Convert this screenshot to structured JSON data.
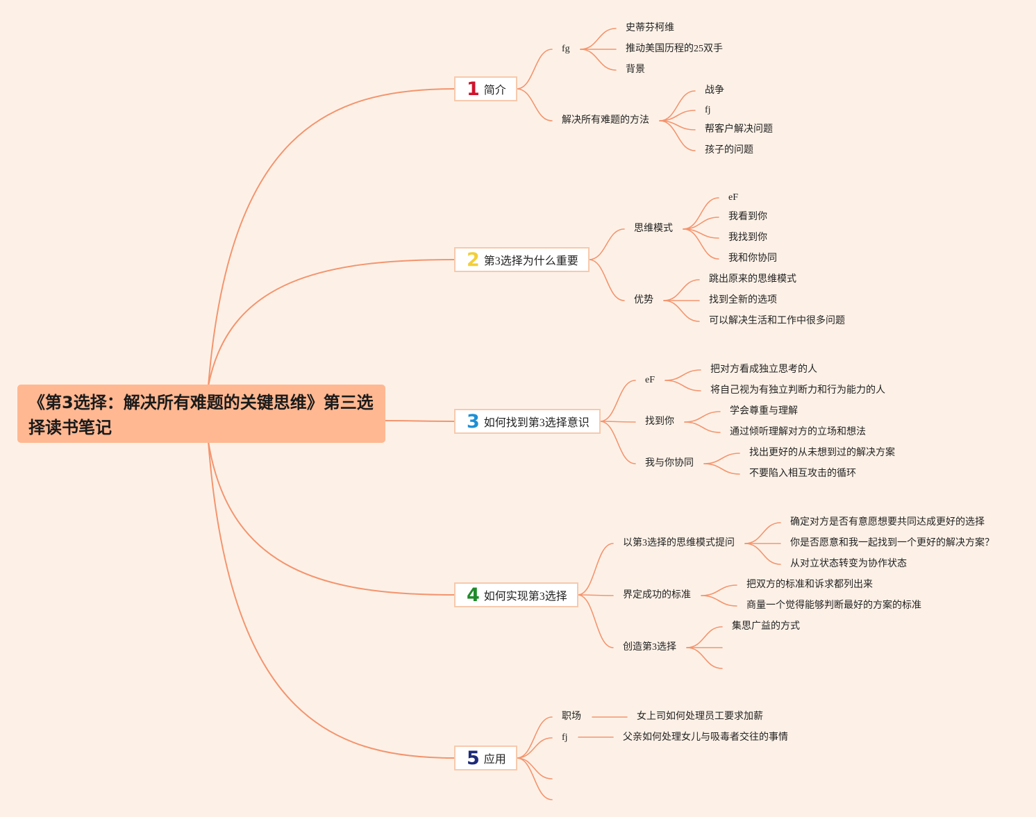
{
  "root": {
    "title": "《第3选择：解决所有难题的关键思维》第三选择读书笔记"
  },
  "colors": {
    "background": "#fdf1e7",
    "root_fill": "#ffb892",
    "branch_line": "#f4946e",
    "node_border": "#f7c9ac"
  },
  "branches": [
    {
      "number": "1",
      "number_color": "#d0142c",
      "label": "简介",
      "children": [
        {
          "label": "fg",
          "children": [
            "史蒂芬柯维",
            "推动美国历程的25双手",
            "背景"
          ]
        },
        {
          "label": "解决所有难题的方法",
          "children": [
            "战争",
            "fj",
            "帮客户解决问题",
            "孩子的问题"
          ]
        }
      ]
    },
    {
      "number": "2",
      "number_color": "#f2cf3a",
      "label": "第3选择为什么重要",
      "children": [
        {
          "label": "思维模式",
          "children": [
            "eF",
            "我看到你",
            "我找到你",
            "我和你协同"
          ]
        },
        {
          "label": "优势",
          "children": [
            "跳出原来的思维模式",
            "找到全新的选项",
            "可以解决生活和工作中很多问题"
          ]
        }
      ]
    },
    {
      "number": "3",
      "number_color": "#1e8fd4",
      "label": "如何找到第3选择意识",
      "children": [
        {
          "label": "eF",
          "children": [
            "把对方看成独立思考的人",
            "将自己视为有独立判断力和行为能力的人"
          ]
        },
        {
          "label": "找到你",
          "children": [
            "学会尊重与理解",
            "通过倾听理解对方的立场和想法"
          ]
        },
        {
          "label": "我与你协同",
          "children": [
            "找出更好的从未想到过的解决方案",
            "不要陷入相互攻击的循环"
          ]
        }
      ]
    },
    {
      "number": "4",
      "number_color": "#1f8a2a",
      "label": "如何实现第3选择",
      "children": [
        {
          "label": "以第3选择的思维模式提问",
          "children": [
            "确定对方是否有意愿想要共同达成更好的选择",
            "你是否愿意和我一起找到一个更好的解决方案？",
            "从对立状态转变为协作状态"
          ]
        },
        {
          "label": "界定成功的标准",
          "children": [
            "把双方的标准和诉求都列出来",
            "商量一个觉得能够判断最好的方案的标准"
          ]
        },
        {
          "label": "创造第3选择",
          "children": [
            "集思广益的方式",
            "",
            ""
          ]
        }
      ]
    },
    {
      "number": "5",
      "number_color": "#1c2a78",
      "label": "应用",
      "children": [
        {
          "label": "职场",
          "children": [
            "女上司如何处理员工要求加薪"
          ]
        },
        {
          "label": "fj",
          "children": [
            "父亲如何处理女儿与吸毒者交往的事情"
          ]
        },
        {
          "label": "",
          "children": []
        },
        {
          "label": "",
          "children": []
        }
      ]
    }
  ]
}
